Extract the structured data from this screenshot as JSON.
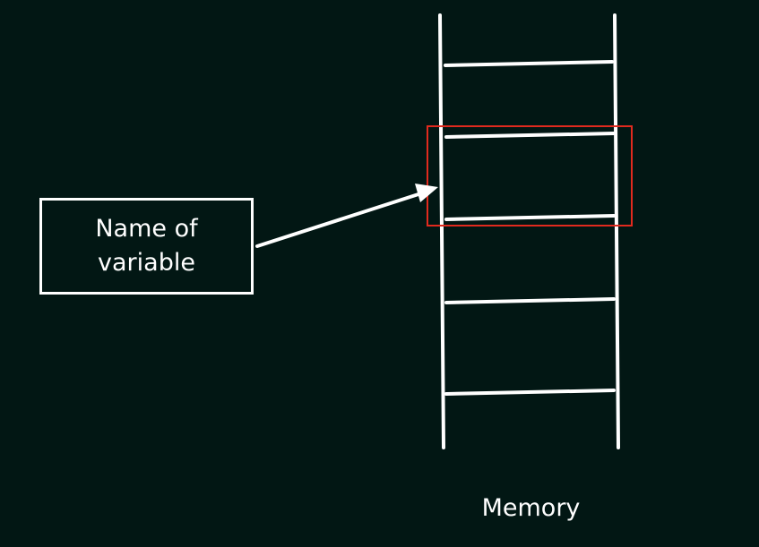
{
  "diagram": {
    "variable_label": "Name of variable",
    "memory_label": "Memory",
    "colors": {
      "background": "#021714",
      "line": "#ffffff",
      "highlight": "#e12a1e"
    },
    "memory_slot_count": 4,
    "highlighted_slot": 2
  }
}
